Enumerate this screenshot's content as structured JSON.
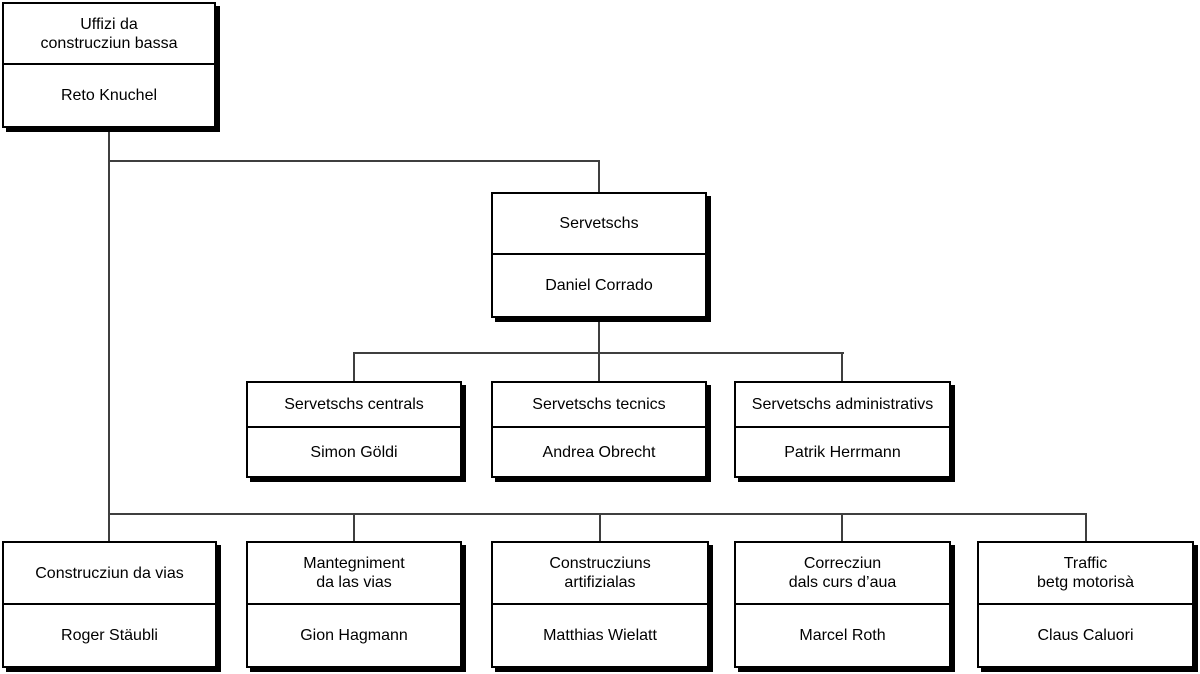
{
  "chart": {
    "type": "org-chart",
    "colors": {
      "background": "#ffffff",
      "box_fill": "#ffffff",
      "box_border": "#000000",
      "box_shadow": "#000000",
      "connector_line": "#3f3f3f",
      "text": "#000000"
    },
    "nodes": [
      {
        "id": "uffizi",
        "title": "Uffizi da\nconstrucziun bassa",
        "name": "Reto Knuchel",
        "reports_to": null
      },
      {
        "id": "servetschs",
        "title": "Servetschs",
        "name": "Daniel Corrado",
        "reports_to": "uffizi"
      },
      {
        "id": "servetschs-centrals",
        "title": "Servetschs centrals",
        "name": "Simon Göldi",
        "reports_to": "servetschs"
      },
      {
        "id": "servetschs-tecnics",
        "title": "Servetschs tecnics",
        "name": "Andrea Obrecht",
        "reports_to": "servetschs"
      },
      {
        "id": "servetschs-administrativs",
        "title": "Servetschs administrativs",
        "name": "Patrik Herrmann",
        "reports_to": "servetschs"
      },
      {
        "id": "construcziun-da-vias",
        "title": "Construcziun da vias",
        "name": "Roger Stäubli",
        "reports_to": "uffizi"
      },
      {
        "id": "mantegniment-da-las-vias",
        "title": "Mantegniment\nda las vias",
        "name": "Gion Hagmann",
        "reports_to": "uffizi"
      },
      {
        "id": "construcziuns-artifizialas",
        "title": "Construcziuns\nartifizialas",
        "name": "Matthias Wielatt",
        "reports_to": "uffizi"
      },
      {
        "id": "correcziun-dals-curs-daua",
        "title": "Correcziun\ndals curs d’aua",
        "name": "Marcel Roth",
        "reports_to": "uffizi"
      },
      {
        "id": "traffic-betg-motorisa",
        "title": "Traffic\nbetg motorisà",
        "name": "Claus Caluori",
        "reports_to": "uffizi"
      }
    ]
  }
}
